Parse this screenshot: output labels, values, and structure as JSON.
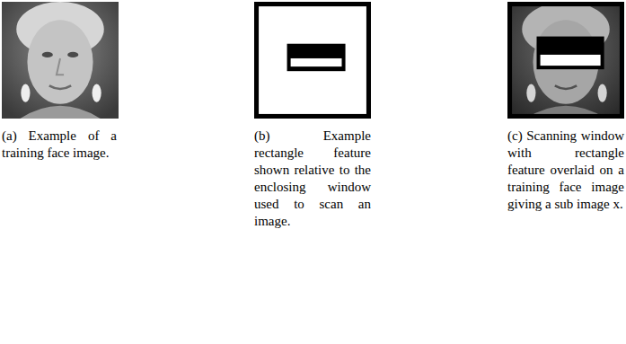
{
  "diagram": {
    "labels": [
      "(a) Example of a training face image.",
      "(b) Example rectangle feature shown relative to the enclosing window used to scan an image.",
      "(c) Scanning window with rectangle feature overlaid on a training face image giving a sub image x."
    ]
  }
}
